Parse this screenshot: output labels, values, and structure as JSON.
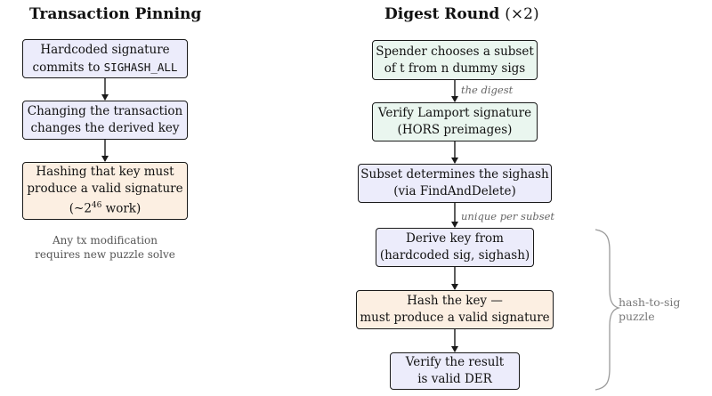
{
  "left": {
    "title": "Transaction Pinning",
    "box1": {
      "line1": "Hardcoded signature",
      "line2_prefix": "commits to ",
      "line2_code": "SIGHASH_ALL"
    },
    "box2": {
      "line1": "Changing the transaction",
      "line2": "changes the derived key"
    },
    "box3": {
      "line1": "Hashing that key must",
      "line2": "produce a valid signature",
      "line3_pre": "(~2",
      "line3_exp": "46",
      "line3_post": " work)"
    },
    "note": {
      "line1": "Any tx modification",
      "line2": "requires new puzzle solve"
    }
  },
  "right": {
    "title_main": "Digest Round",
    "title_suffix": "(×2)",
    "box1": {
      "line1": "Spender chooses a subset",
      "line2": "of t from n dummy sigs"
    },
    "edge1_label": "the digest",
    "box2": {
      "line1": "Verify Lamport signature",
      "line2": "(HORS preimages)"
    },
    "box3": {
      "line1": "Subset determines the sighash",
      "line2": "(via FindAndDelete)"
    },
    "edge3_label": "unique per subset",
    "box4": {
      "line1": "Derive key from",
      "line2": "(hardcoded sig, sighash)"
    },
    "box5": {
      "line1": "Hash the key —",
      "line2": "must produce a valid signature"
    },
    "box6": {
      "line1": "Verify the result",
      "line2": "is valid DER"
    },
    "brace_label": {
      "line1": "hash-to-sig",
      "line2": "puzzle"
    }
  },
  "colors": {
    "purple": "#ececfb",
    "green": "#eaf6ef",
    "orange": "#fcefe2",
    "border": "#1a1a1a"
  }
}
